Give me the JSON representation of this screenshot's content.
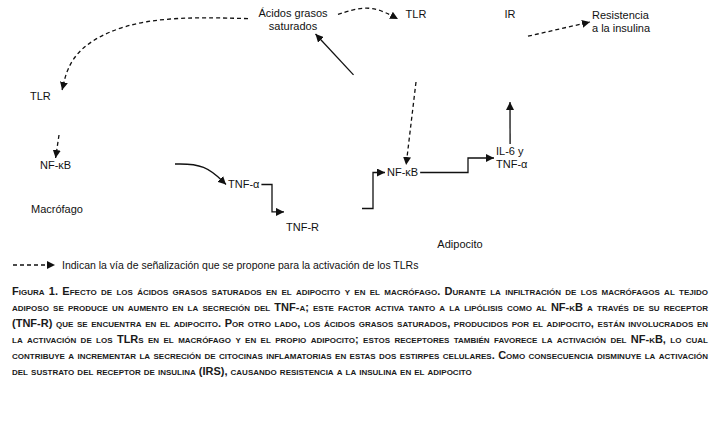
{
  "diagram": {
    "caption": "Figura 1. Efecto de los ácidos grasos saturados en el adipocito y en el macrófago. Durante la infiltración de los macrófagos al tejido adiposo se produce un aumento en la secreción del TNF-α; este factor activa tanto a la lipólisis como al NF-κB a través de su receptor (TNF-R) que se encuentra en el adipocito. Por otro lado, los ácidos grasos saturados, producidos por el adipocito, están involucrados en la activación de los TLRs en el macrófago y en el propio adipocito; estos receptores también favorece la activación del NF-κB, lo cual contribuye a incrementar la secreción de citocinas inflamatorias en estas dos estirpes celulares. Como consecuencia disminuye la activación del sustrato del receptor de insulina (IRS), causando resistencia a la insulina en el adipocito",
    "nodes": [
      {
        "text": [
          "Ácidos grasos saturados"
        ]
      },
      {
        "text": [
          "Macrófago"
        ]
      },
      {
        "text": [
          "TLR"
        ]
      },
      {
        "text": [
          "NF-κB"
        ],
        "in": 1
      },
      {
        "text": [
          "TNF-α"
        ]
      },
      {
        "text": [
          "TNF-R"
        ]
      },
      {
        "text": [
          "Adipocito"
        ]
      },
      {
        "text": [
          "TLR"
        ]
      },
      {
        "text": [
          "IR"
        ]
      },
      {
        "text": [
          "NF-κB"
        ],
        "in": 6
      },
      {
        "text": [
          "IL-6 y TNF-α"
        ],
        "in": 6
      },
      {
        "text": [
          "Resistencia a la insulina"
        ]
      }
    ],
    "edges": [
      {
        "from": 0,
        "to": 2,
        "arrow": "to"
      },
      {
        "from": 6,
        "to": 0,
        "arrow": "to"
      },
      {
        "from": 0,
        "to": 7,
        "arrow": "to"
      },
      {
        "from": 2,
        "to": 3,
        "arrow": "to"
      },
      {
        "from": 1,
        "to": 4,
        "arrow": "to"
      },
      {
        "from": 4,
        "to": 5,
        "arrow": "to"
      },
      {
        "from": 5,
        "to": 9,
        "arrow": "to"
      },
      {
        "from": 7,
        "to": 9,
        "arrow": "to"
      },
      {
        "from": 9,
        "to": 10,
        "arrow": "to"
      },
      {
        "from": 10,
        "to": 8,
        "arrow": "to"
      },
      {
        "from": 8,
        "to": 11,
        "arrow": "to"
      }
    ],
    "legend": [
      {
        "text": "Indican la vía de señalización que se propone para la activación de los TLRs"
      }
    ]
  }
}
